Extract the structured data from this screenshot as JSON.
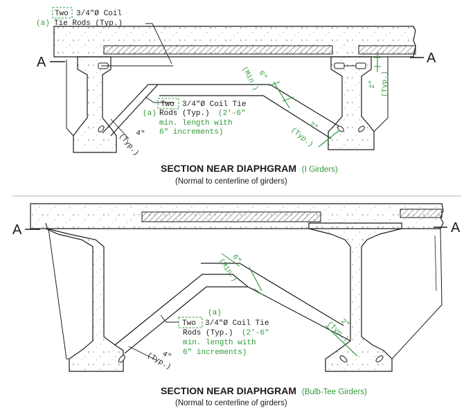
{
  "colors": {
    "ink": "#1a1a1a",
    "accent": "#2e9a3a",
    "hatch": "#444444",
    "concrete": "#ffffff"
  },
  "top_detail": {
    "section_mark_left": "A",
    "section_mark_right": "A",
    "note1": {
      "qty": "Two",
      "text": "3/4\"Ø Coil",
      "prefix": "(a)",
      "text2": "Tie Rods (Typ.)"
    },
    "note2": {
      "qty": "Two",
      "text": "3/4\"Ø Coil Tie",
      "prefix": "(a)",
      "text2": "Rods (Typ.)",
      "text2_suffix": "(2'-6\"",
      "text3": "min. length with",
      "text4": "6\" increments)"
    },
    "dim_6_min": "6\"",
    "dim_6_min_b": "(Min.)",
    "dim_2_typ": "2\"",
    "dim_2_typ_b": "(Typ.)",
    "dim_2_typ_lower": "2\"",
    "dim_2_typ_lower_b": "(Typ.)",
    "dim_4_typ": "4\"",
    "dim_4_typ_b": "(Typ.)",
    "caption": "SECTION NEAR DIAPHGRAM",
    "caption_accent": "(I Girders)",
    "subcaption": "(Normal to centerline of girders)"
  },
  "bottom_detail": {
    "section_mark_left": "A",
    "section_mark_right": "A",
    "note": {
      "prefix": "(a)",
      "qty": "Two",
      "text": "3/4\"Ø Coil Tie",
      "text2": "Rods (Typ.)",
      "text2_suffix": "(2'-6\"",
      "text3": "min. length with",
      "text4": "6\" increments)"
    },
    "dim_6_min": "6\"",
    "dim_6_min_b": "(Min.)",
    "dim_2_typ": "2\"",
    "dim_2_typ_b": "(Typ.)",
    "dim_4_typ": "4\"",
    "dim_4_typ_b": "(Typ.)",
    "caption": "SECTION NEAR DIAPHGRAM",
    "caption_accent": "(Bulb-Tee Girders)",
    "subcaption": "(Normal to centerline of girders)"
  }
}
